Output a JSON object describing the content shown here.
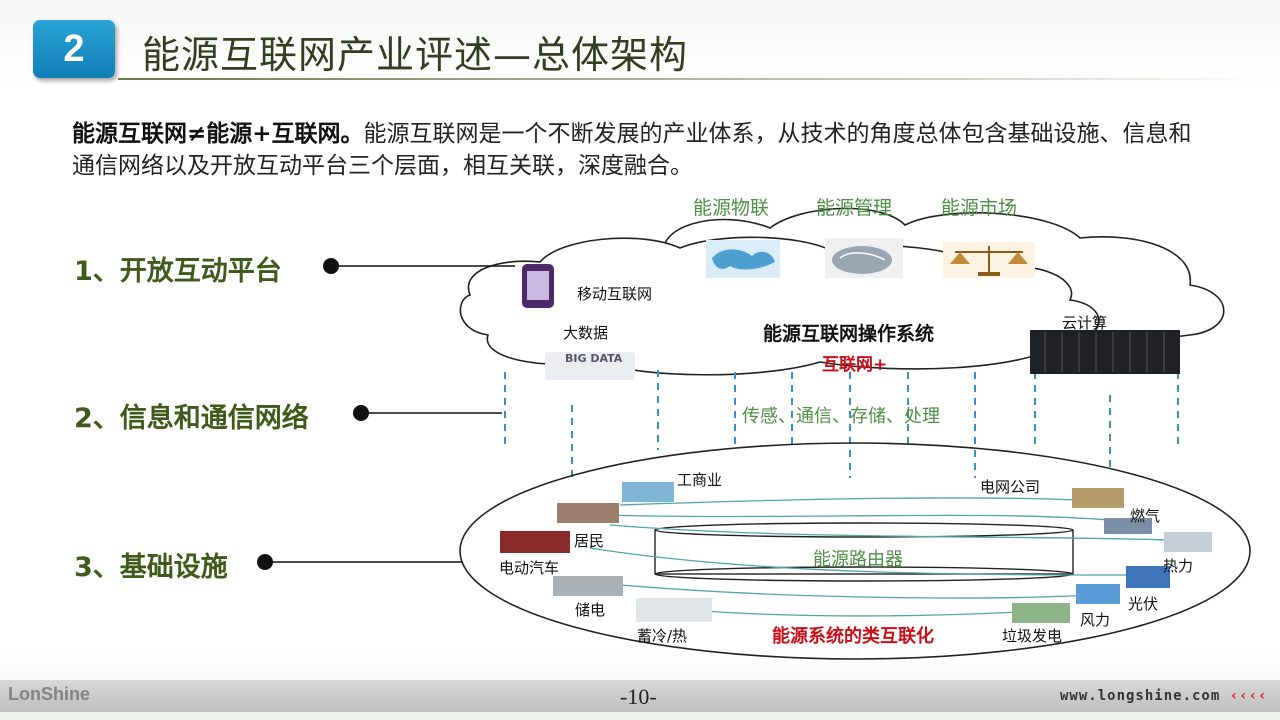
{
  "slide": {
    "number": "2",
    "title": "能源互联网产业评述—总体架构",
    "intro_bold": "能源互联网≠能源+互联网。",
    "intro_rest": "能源互联网是一个不断发展的产业体系，从技术的角度总体包含基础设施、信息和通信网络以及开放互动平台三个层面，相互关联，深度融合。",
    "page_number": "-10-",
    "website": "www.longshine.com",
    "website_chevrons": "‹‹‹‹",
    "logo_text": "LonShine"
  },
  "layers": [
    {
      "label": "1、开放互动平台"
    },
    {
      "label": "2、信息和通信网络"
    },
    {
      "label": "3、基础设施"
    }
  ],
  "platform": {
    "top_labels": [
      "能源物联",
      "能源管理",
      "能源市场"
    ],
    "mobile": "移动互联网",
    "bigdata": "大数据",
    "bigdata_icon_text": "BIG DATA",
    "cloud_computing": "云计算",
    "os_title": "能源互联网操作系统",
    "internet_plus": "互联网+"
  },
  "network": {
    "functions": "传感、通信、存储、处理"
  },
  "infrastructure": {
    "router": "能源路由器",
    "caption": "能源系统的类互联化",
    "nodes": [
      "工商业",
      "电网公司",
      "燃气",
      "居民",
      "热力",
      "电动汽车",
      "储电",
      "光伏",
      "风力",
      "蓄冷/热",
      "垃圾发电"
    ]
  },
  "colors": {
    "badge": "#1a8fc6",
    "title": "#333d1f",
    "layer_label": "#3f5a1a",
    "green_text": "#4d8f45",
    "accent_red": "#c8101a",
    "dashed_line": "#3b8fc9"
  }
}
